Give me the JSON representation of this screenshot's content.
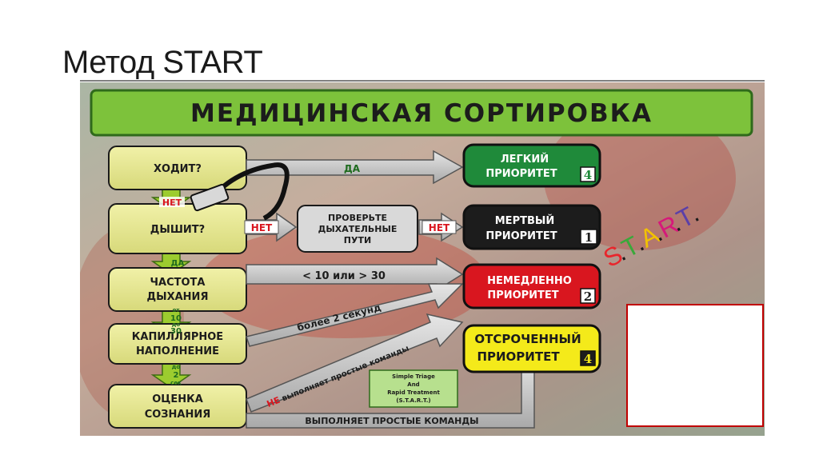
{
  "slide": {
    "title": "Метод START"
  },
  "banner": {
    "text": "МЕДИЦИНСКАЯ СОРТИРОВКА"
  },
  "steps": [
    {
      "label": "ХОДИТ?"
    },
    {
      "label": "ДЫШИТ?"
    },
    {
      "label_line1": "ЧАСТОТА",
      "label_line2": "ДЫХАНИЯ"
    },
    {
      "label_line1": "КАПИЛЛЯРНОЕ",
      "label_line2": "НАПОЛНЕНИЕ"
    },
    {
      "label_line1": "ОЦЕНКА",
      "label_line2": "СОЗНАНИЯ"
    }
  ],
  "check_airway": {
    "line1": "ПРОВЕРЬТЕ",
    "line2": "ДЫХАТЕЛЬНЫЕ",
    "line3": "ПУТИ"
  },
  "outcomes": [
    {
      "line1": "ЛЕГКИЙ",
      "line2": "ПРИОРИТЕТ",
      "number": "4",
      "color": "#1f8a3a"
    },
    {
      "line1": "МЕРТВЫЙ",
      "line2": "ПРИОРИТЕТ",
      "number": "1",
      "color": "#1c1c1c"
    },
    {
      "line1": "НЕМЕДЛЕННО",
      "line2": "ПРИОРИТЕТ",
      "number": "2",
      "color": "#d9161f"
    },
    {
      "line1": "ОТСРОЧЕННЫЙ",
      "line2": "ПРИОРИТЕТ",
      "number": "4",
      "color": "#f4ea1a"
    }
  ],
  "arrow_labels": {
    "walk_yes": "ДА",
    "walk_no": "НЕТ",
    "breath_no": "НЕТ",
    "airway_no": "НЕТ",
    "breath_yes": "ДА",
    "rate_range": "< 10 или > 30",
    "rate_ok_1": "от",
    "rate_ok_2": "10",
    "rate_ok_3": "до",
    "rate_ok_4": "30",
    "refill_slow": "более 2 секунд",
    "refill_ok_1": "до",
    "refill_ok_2": "2",
    "refill_ok_3": "сек",
    "not_follow_prefix": "НЕ",
    "not_follow_rest": "выполняет простые команды",
    "follows": "ВЫПОЛНЯЕТ ПРОСТЫЕ КОМАНДЫ"
  },
  "start_caption": {
    "line1": "Simple Triage",
    "line2": "And",
    "line3": "Rapid Treatment",
    "line4": "(S.T.A.R.T.)"
  },
  "start_letters": [
    {
      "char": "S",
      "color": "#e8262c"
    },
    {
      "char": ".",
      "color": "#1a1a1a"
    },
    {
      "char": "T",
      "color": "#3aa83a"
    },
    {
      "char": ".",
      "color": "#1a1a1a"
    },
    {
      "char": "A",
      "color": "#f2c200"
    },
    {
      "char": ".",
      "color": "#1a1a1a"
    },
    {
      "char": "R",
      "color": "#d6197a"
    },
    {
      "char": ".",
      "color": "#1a1a1a"
    },
    {
      "char": "T",
      "color": "#5b3fa8"
    },
    {
      "char": ".",
      "color": "#1a1a1a"
    }
  ]
}
